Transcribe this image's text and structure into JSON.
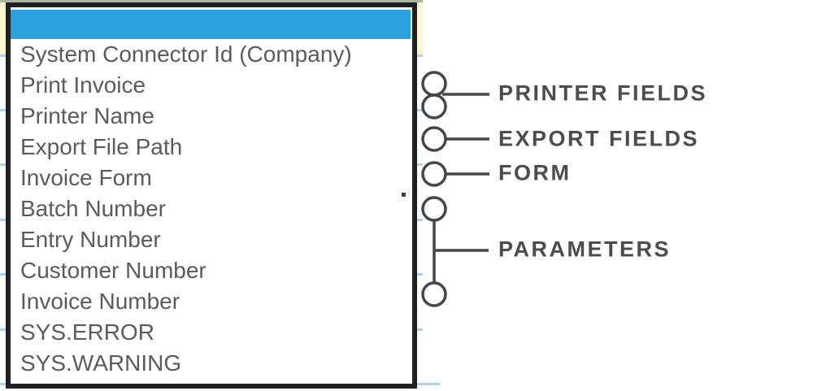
{
  "dropdown": {
    "selected_value": "",
    "items": [
      "System Connector Id (Company)",
      "Print Invoice",
      "Printer Name",
      "Export File Path",
      "Invoice Form",
      "Batch Number",
      "Entry Number",
      "Customer Number",
      "Invoice Number",
      "SYS.ERROR",
      "SYS.WARNING"
    ]
  },
  "callouts": [
    {
      "label": "PRINTER FIELDS"
    },
    {
      "label": "EXPORT FIELDS"
    },
    {
      "label": "FORM"
    },
    {
      "label": "PARAMETERS"
    }
  ],
  "colors": {
    "header_blue": "#2AA0DC",
    "row_highlight_yellow": "#FAF6D0",
    "grid_line_blue": "#AED2EC",
    "sage_line": "#A7B8A2",
    "border_black": "#1F2023",
    "text_gray": "#595B5D",
    "callout_gray": "#4A4C4F"
  }
}
